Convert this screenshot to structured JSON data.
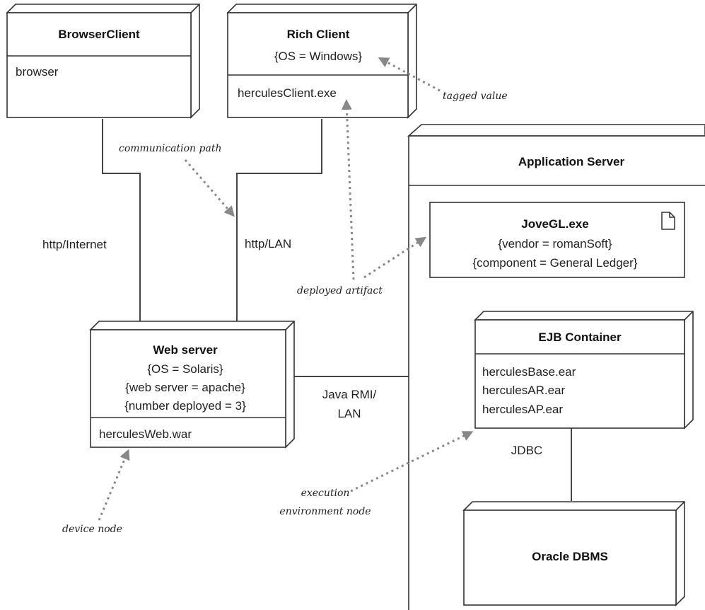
{
  "nodes": {
    "browser_client": {
      "title": "BrowserClient",
      "body": "browser"
    },
    "rich_client": {
      "title": "Rich Client",
      "tag": "{OS = Windows}",
      "body": "herculesClient.exe"
    },
    "web_server": {
      "title": "Web server",
      "tags": [
        "{OS = Solaris}",
        "{web server = apache}",
        "{number deployed = 3}"
      ],
      "body": "herculesWeb.war"
    },
    "application_server": {
      "title": "Application Server"
    },
    "jovegl": {
      "title": "JoveGL.exe",
      "tags": [
        "{vendor = romanSoft}",
        "{component = General Ledger}"
      ],
      "icon": "document-icon"
    },
    "ejb_container": {
      "title": "EJB Container",
      "items": [
        "herculesBase.ear",
        "herculesAR.ear",
        "herculesAP.ear"
      ]
    },
    "oracle": {
      "title": "Oracle DBMS"
    }
  },
  "connections": {
    "http_internet": "http/Internet",
    "http_lan": "http/LAN",
    "java_rmi_1": "Java RMI/",
    "java_rmi_2": "LAN",
    "jdbc": "JDBC"
  },
  "annotations": {
    "tagged_value": "tagged value",
    "communication_path": "communication path",
    "deployed_artifact": "deployed artifact",
    "device_node": "device node",
    "execution_env_1": "execution",
    "execution_env_2": "environment node"
  }
}
